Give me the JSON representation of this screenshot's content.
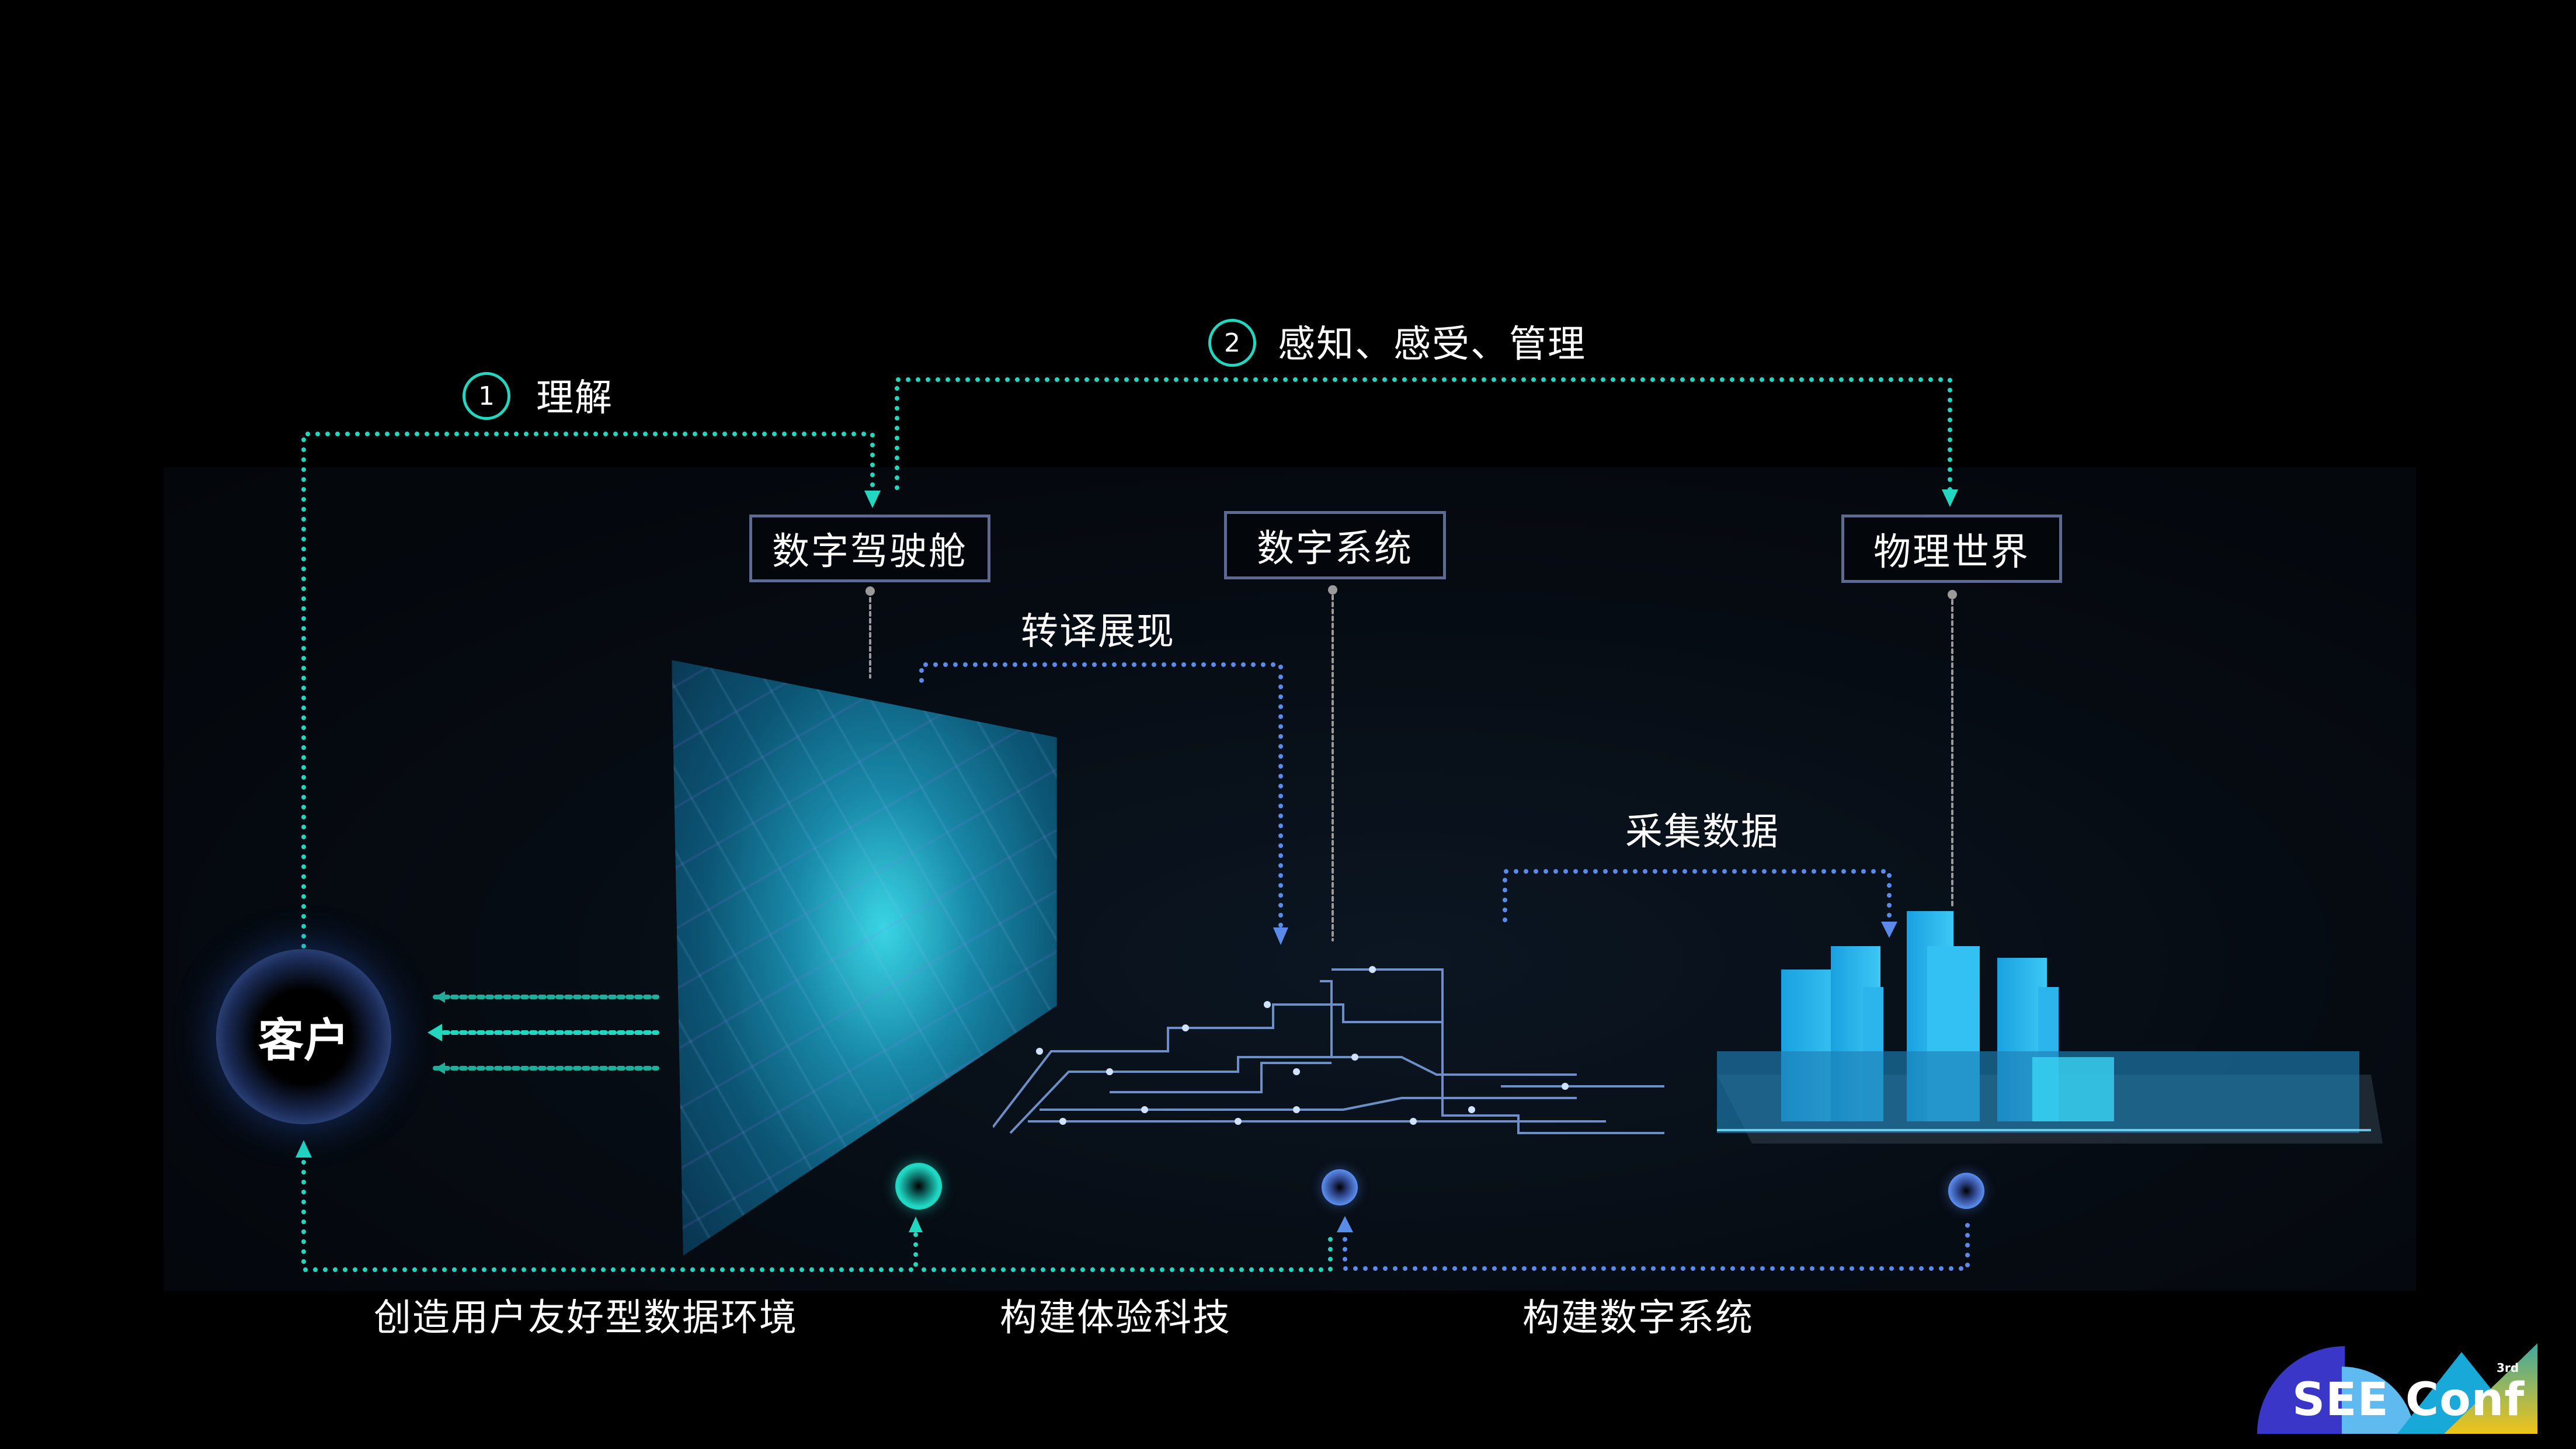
{
  "colors": {
    "teal": "#22d6c0",
    "blue": "#5b8bea",
    "gray_connector": "#9a9a9a",
    "box_border": "#5c6a94",
    "background": "#000000"
  },
  "flow_labels": {
    "step1": {
      "number": "1",
      "label": "理解"
    },
    "step2": {
      "number": "2",
      "label": "感知、感受、管理"
    }
  },
  "boxes": {
    "digital_cockpit": "数字驾驶舱",
    "digital_system": "数字系统",
    "physical_world": "物理世界"
  },
  "process_labels": {
    "translate_present": "转译展现",
    "collect_data": "采集数据"
  },
  "customer": {
    "label": "客户"
  },
  "bottom_labels": {
    "create_env": "创造用户友好型数据环境",
    "build_experience": "构建体验科技",
    "build_system": "构建数字系统"
  },
  "logo": {
    "text": "SEE Conf",
    "edition": "3rd"
  }
}
